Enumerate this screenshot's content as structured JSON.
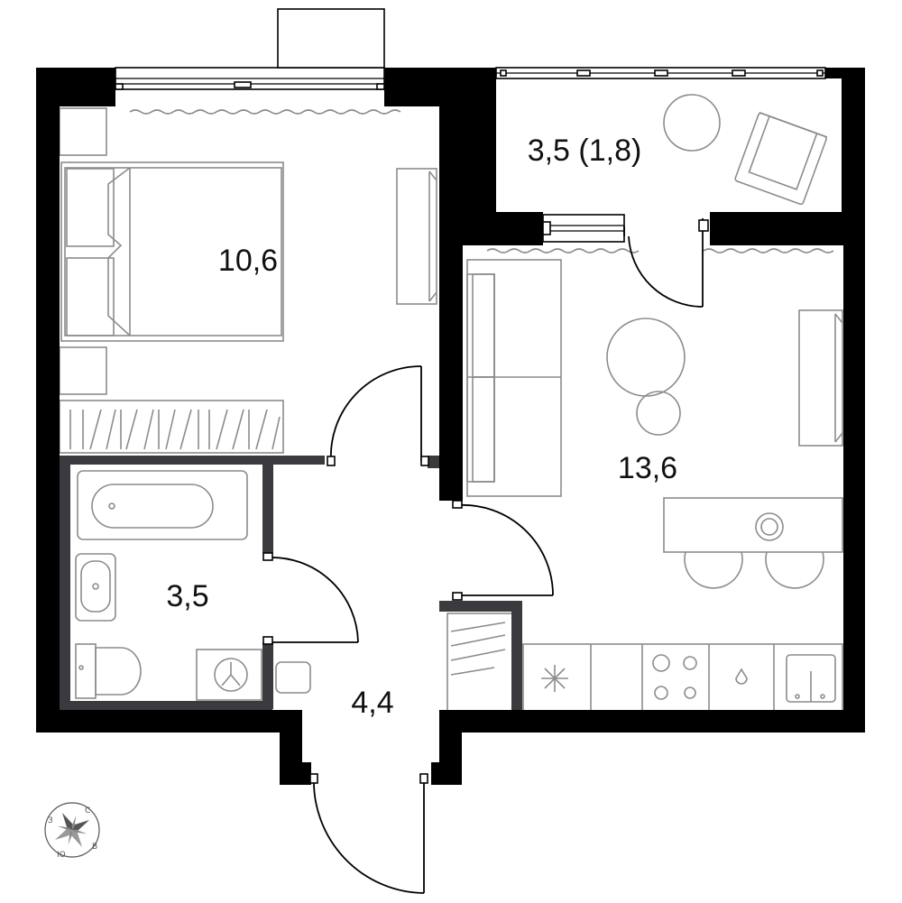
{
  "plan": {
    "rooms": [
      {
        "id": "bedroom",
        "area_label": "10,6"
      },
      {
        "id": "balcony",
        "area_label": "3,5 (1,8)"
      },
      {
        "id": "living-kitchen",
        "area_label": "13,6"
      },
      {
        "id": "bathroom",
        "area_label": "3,5"
      },
      {
        "id": "hallway",
        "area_label": "4,4"
      }
    ],
    "compass": {
      "north": "С",
      "west": "З",
      "east": "В",
      "south": "Ю"
    },
    "colors": {
      "walls": "#000000",
      "partitions": "#3b3b3f",
      "furniture": "#8c8c8c",
      "background": "#ffffff"
    }
  }
}
